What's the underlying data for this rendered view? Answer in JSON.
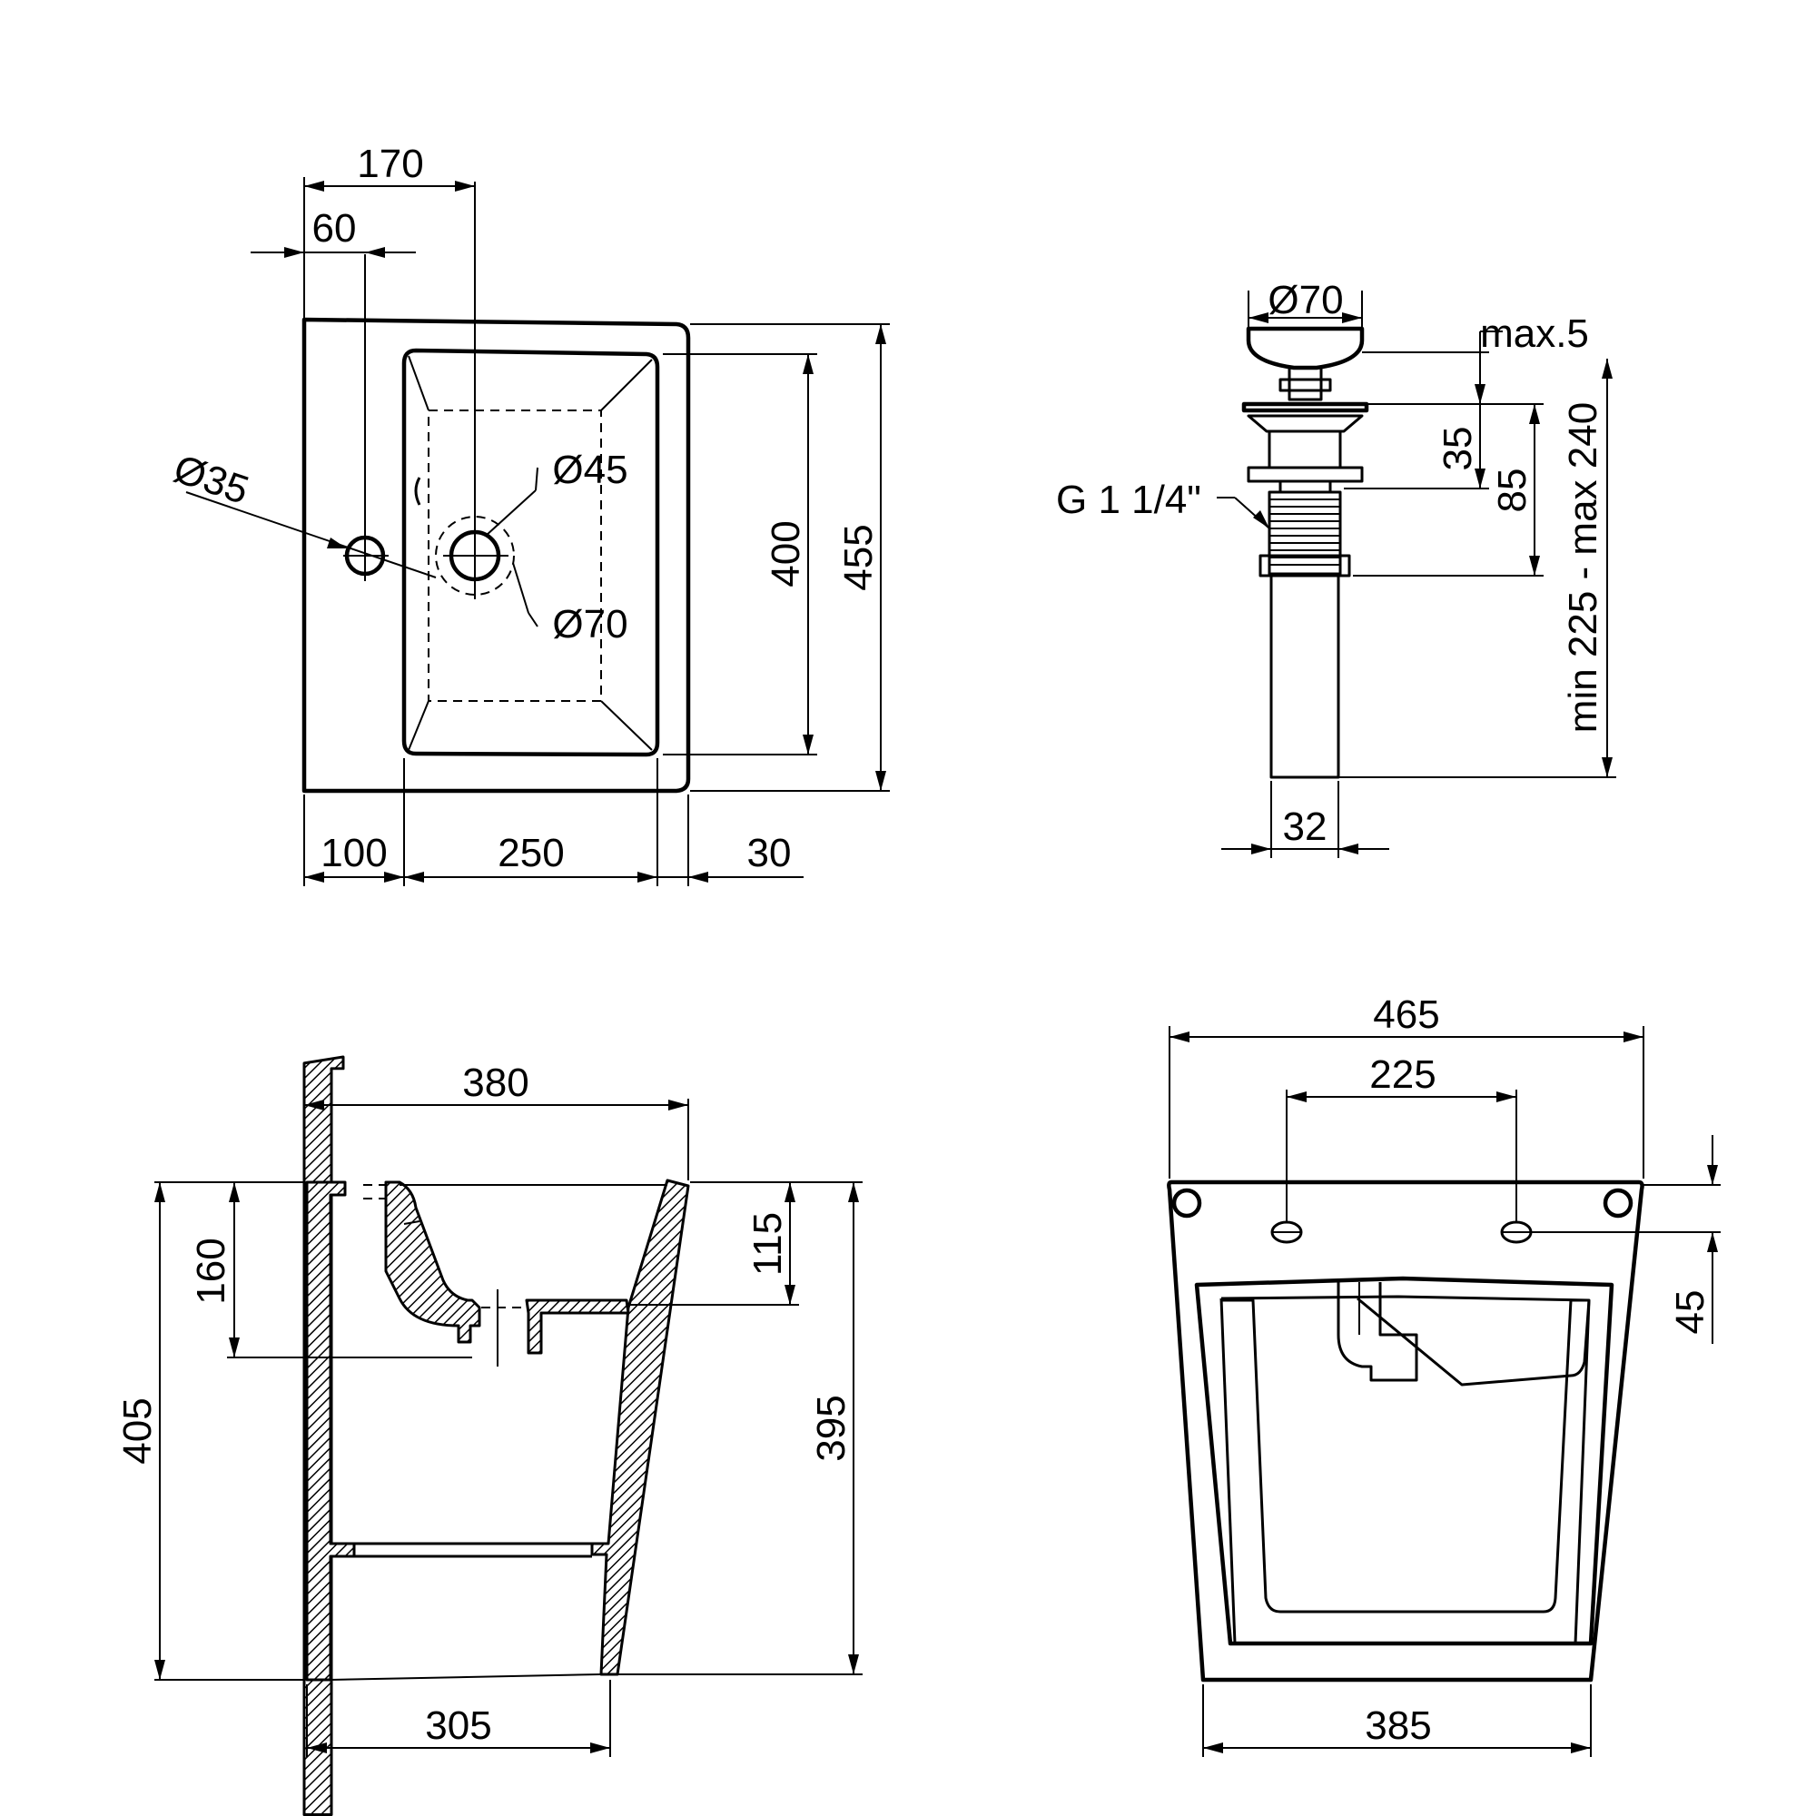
{
  "top_view": {
    "dim_170": "170",
    "dim_60": "60",
    "dim_35": "Ø35",
    "dim_45": "Ø45",
    "dim_70": "Ø70",
    "dim_400": "400",
    "dim_455": "455",
    "dim_100": "100",
    "dim_250": "250",
    "dim_30": "30"
  },
  "drain": {
    "dim_70": "Ø70",
    "dim_max5": "max.5",
    "dim_35": "35",
    "dim_85": "85",
    "dim_range": "min 225 - max 240",
    "thread": "G 1 1/4\"",
    "dim_32": "32"
  },
  "side_view": {
    "dim_380": "380",
    "dim_160": "160",
    "dim_115": "115",
    "dim_405": "405",
    "dim_395": "395",
    "dim_305": "305"
  },
  "back_view": {
    "dim_465": "465",
    "dim_225": "225",
    "dim_45": "45",
    "dim_385": "385"
  }
}
